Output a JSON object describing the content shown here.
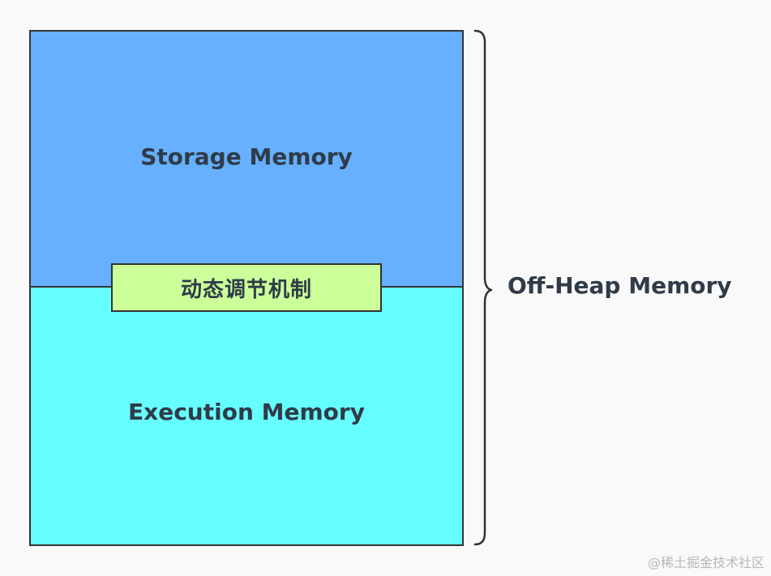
{
  "diagram": {
    "storage_label": "Storage Memory",
    "execution_label": "Execution Memory",
    "dynamic_label": "动态调节机制",
    "offheap_label": "Off-Heap Memory"
  },
  "watermark": "@稀土掘金技术社区",
  "colors": {
    "storage": "#66b0ff",
    "execution": "#66ffff",
    "dynamic": "#ccff99",
    "border": "#333333",
    "text": "#2f3b48"
  }
}
